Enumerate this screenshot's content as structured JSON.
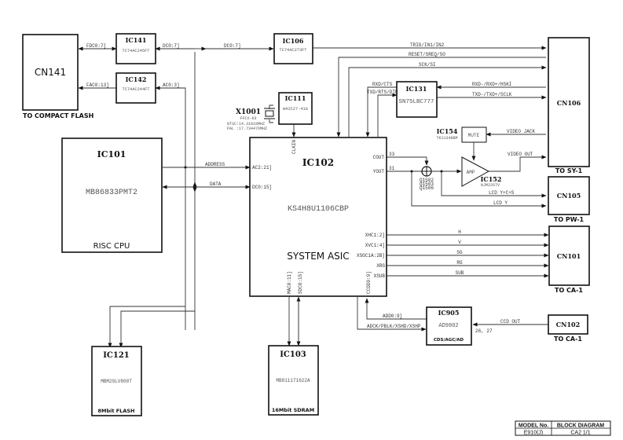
{
  "title_block": {
    "model_label": "MODEL No.",
    "model_value": "E910(J)",
    "diagram_label": "BLOCK DIAGRAM",
    "diagram_value": "CA2  1/1"
  },
  "blocks": {
    "cn141": {
      "id": "CN141",
      "footer": "TO COMPACT FLASH"
    },
    "ic141": {
      "id": "IC141",
      "part": "TC74AC245FT"
    },
    "ic142": {
      "id": "IC142",
      "part": "TC74AC244FT"
    },
    "ic106": {
      "id": "IC106",
      "part": "TC74AC273FT"
    },
    "ic111": {
      "id": "IC111",
      "part": "W42C27-41G"
    },
    "x1001": {
      "id": "X1001",
      "part": "FFCX-03",
      "freq_ntsc": "NTSC:14.31818MHZ",
      "freq_pal": "PAL :17.734476MHZ"
    },
    "ic101": {
      "id": "IC101",
      "part": "MB86833PMT2",
      "footer": "RISC CPU"
    },
    "ic102": {
      "id": "IC102",
      "part": "KS4H8U1106CBP",
      "footer": "SYSTEM ASIC"
    },
    "ic131": {
      "id": "IC131",
      "part": "SN75LBC777"
    },
    "ic154": {
      "id": "IC154",
      "part": "TK11348BM"
    },
    "mute": {
      "label": "MUTE"
    },
    "amp": {
      "label": "AMP"
    },
    "ic152": {
      "id": "IC152",
      "part": "NJM2267V"
    },
    "adder": {
      "refs": [
        "Q1502",
        "Q1503",
        "Q1506"
      ]
    },
    "cn106": {
      "id": "CN106",
      "footer": "TO SY-1"
    },
    "cn105": {
      "id": "CN105",
      "footer": "TO PW-1"
    },
    "cn101": {
      "id": "CN101",
      "footer": "TO CA-1"
    },
    "cn102": {
      "id": "CN102",
      "footer": "TO CA-1"
    },
    "ic905": {
      "id": "IC905",
      "part": "AD9802",
      "footer": "CDS/AGC/AD"
    },
    "ic121": {
      "id": "IC121",
      "part": "MBM29LV800T",
      "footer": "8Mbit FLASH"
    },
    "ic103": {
      "id": "IC103",
      "part": "MB811171622A",
      "footer": "16Mbit SDRAM"
    }
  },
  "signals": {
    "fdc": "FDC0:7]",
    "fac": "FAC0:13]",
    "dc0_ic141": "DC0:7]",
    "ac0_ic142": "AC0:3]",
    "dc0_ic106": "DC0:7]",
    "trig": "TRIG/IN1/IN2",
    "reset": "RESET/SREQ/SO",
    "sck": "SCK/SI",
    "rxd_cts": "RXD/CTS",
    "txd_rts": "TXD/RTS/DTR",
    "rxd_hski": "RXD-/RXD+/HSKI",
    "txd_sclk": "TXD-/TXD+/SCLK",
    "video_jack": "VIDEO JACK",
    "video_out": "VIDEO OUT",
    "lcd_yc": "LCD Y+C+S",
    "lcd_y": "LCD Y",
    "address": "ADDRESS",
    "data": "DATA",
    "clkin": "CLKIN",
    "ac2": "AC2:21]",
    "dc0": "DC0:15]",
    "cout": "COUT",
    "yout": "YOUT",
    "pin33": "33",
    "pin31": "31",
    "xhc": "XHC1:2]",
    "xvc": "XVC1:4]",
    "xsgc": "XSGC1A:2B]",
    "xrg": "XRG",
    "xsub": "XSUB",
    "h": "H",
    "v": "V",
    "sg": "SG",
    "rg": "RG",
    "sub": "SUB",
    "mac": "MAC0:11]",
    "sdc": "SDC0:15]",
    "ccdd": "CCDD0:9]",
    "add": "ADD0:9]",
    "adck": "ADCK/PBLK/XSHD/XSHP",
    "ccd_out": "CCD OUT",
    "pins_2627": "26, 27"
  }
}
